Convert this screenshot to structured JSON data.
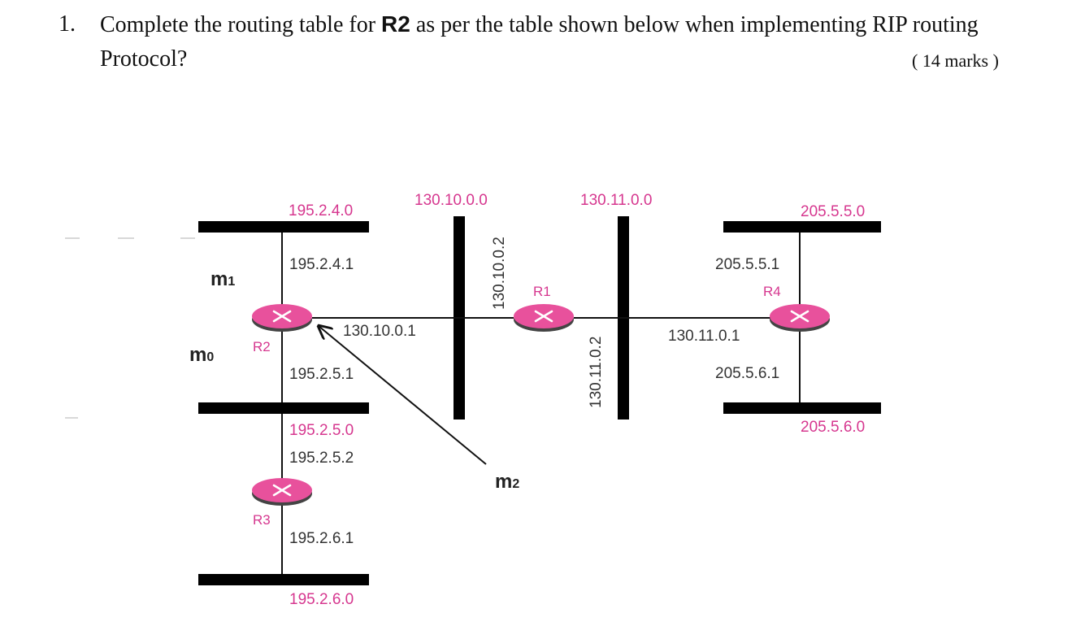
{
  "question": {
    "number": "1.",
    "text_before": "Complete the routing table for ",
    "router": "R2",
    "text_after": " as per the table shown below when implementing RIP routing",
    "line2": "Protocol?",
    "marks": "( 14 marks )"
  },
  "diagram": {
    "networks": {
      "n_195_2_4": "195.2.4.0",
      "n_130_10": "130.10.0.0",
      "n_130_11": "130.11.0.0",
      "n_205_5_5": "205.5.5.0",
      "n_195_2_5": "195.2.5.0",
      "n_205_5_6": "205.5.6.0",
      "n_195_2_6": "195.2.6.0"
    },
    "interfaces": {
      "r2_195_2_4_1": "195.2.4.1",
      "r2_130_10_0_1": "130.10.0.1",
      "r2_195_2_5_1": "195.2.5.1",
      "r3_195_2_5_2": "195.2.5.2",
      "r3_195_2_6_1": "195.2.6.1",
      "r1_130_10_0_2": "130.10.0.2",
      "r1_130_11_0_2": "130.11.0.2",
      "r4_205_5_5_1": "205.5.5.1",
      "r4_130_11_0_1": "130.11.0.1",
      "r4_205_5_6_1": "205.5.6.1"
    },
    "routers": {
      "r1": "R1",
      "r2": "R2",
      "r3": "R3",
      "r4": "R4"
    },
    "ports": {
      "m1": {
        "base": "m",
        "sub": "1"
      },
      "m0": {
        "base": "m",
        "sub": "0"
      },
      "m2": {
        "base": "m",
        "sub": "2"
      }
    },
    "colors": {
      "router_fill": "#e8519c",
      "label_pink": "#d6378f",
      "bus": "#000000"
    }
  }
}
